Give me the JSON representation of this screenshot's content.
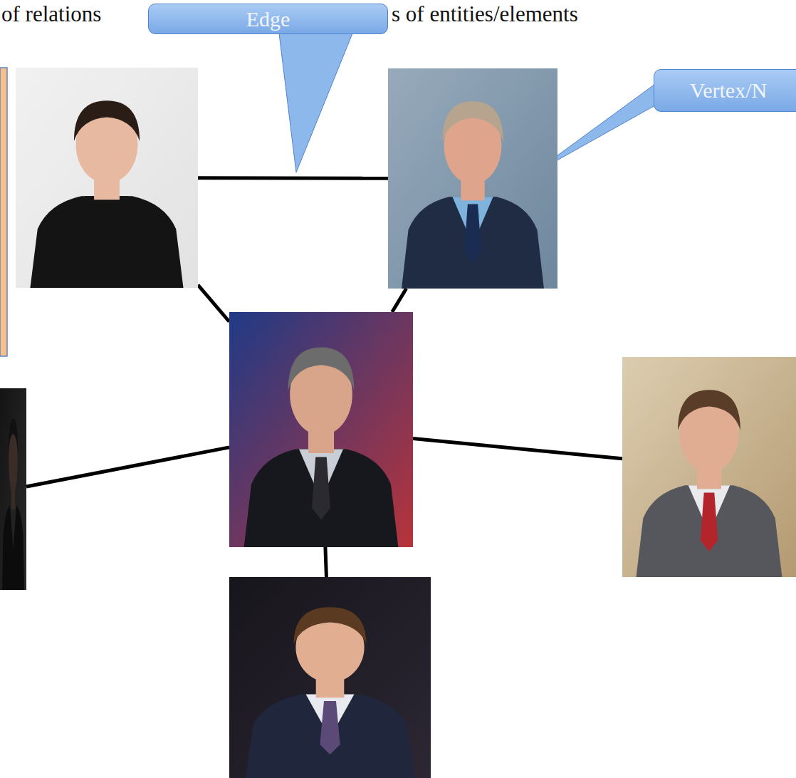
{
  "diagram": {
    "nodes": [
      {
        "text": [
          "Edge"
        ]
      },
      {
        "text": [
          "Vertex/N"
        ]
      },
      {
        "text": []
      },
      {
        "text": []
      },
      {
        "text": []
      },
      {
        "text": []
      },
      {
        "text": []
      },
      {
        "text": []
      }
    ],
    "edges": [
      {
        "from": 2,
        "to": 3,
        "arrow": "none"
      },
      {
        "from": 2,
        "to": 4,
        "arrow": "none"
      },
      {
        "from": 3,
        "to": 4,
        "arrow": "none"
      },
      {
        "from": 5,
        "to": 4,
        "arrow": "none"
      },
      {
        "from": 4,
        "to": 6,
        "arrow": "none"
      },
      {
        "from": 4,
        "to": 7,
        "arrow": "none"
      }
    ],
    "labels": [
      "of relations",
      "s of entities/elements"
    ]
  }
}
